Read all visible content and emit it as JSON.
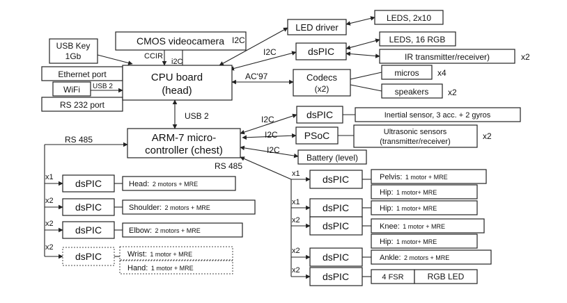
{
  "nodes": {
    "usb_key": {
      "line1": "USB Key",
      "line2": "1Gb"
    },
    "cmos": "CMOS videocamera",
    "ethernet": "Ethernet port",
    "wifi": "WiFi",
    "rs232": "RS 232 port",
    "cpu": {
      "line1": "CPU board",
      "line2": "(head)"
    },
    "led_driver": "LED driver",
    "leds_2x10": "LEDS, 2x10",
    "dspic_top": "dsPIC",
    "leds_rgb": "LEDS, 16 RGB",
    "ir": "IR transmitter/receiver)",
    "codecs": {
      "line1": "Codecs",
      "line2": "(x2)"
    },
    "micros": "micros",
    "speakers": "speakers",
    "arm": {
      "line1": "ARM-7 micro-",
      "line2": "controller (chest)"
    },
    "dspic_inertial": "dsPIC",
    "inertial": "Inertial sensor, 3 acc. + 2 gyros",
    "psoc": "PSoC",
    "ultrasonic": {
      "line1": "Ultrasonic sensors",
      "line2": "(transmitter/receiver)"
    },
    "battery": "Battery (level)",
    "left_chain": [
      {
        "mult": "x1",
        "dspic": "dsPIC",
        "part": "Head:",
        "detail": "2 motors + MRE"
      },
      {
        "mult": "x2",
        "dspic": "dsPIC",
        "part": "Shoulder:",
        "detail": "2 motors + MRE"
      },
      {
        "mult": "x2",
        "dspic": "dsPIC",
        "part": "Elbow:",
        "detail": "2 motors + MRE"
      },
      {
        "mult": "x2",
        "dspic": "dsPIC",
        "part": "Wrist:",
        "detail": "1 motor + MRE"
      }
    ],
    "hand": {
      "part": "Hand:",
      "detail": "1 motor + MRE"
    },
    "right_chain": [
      {
        "mult": "x1",
        "dspic": "dsPIC",
        "boxes": [
          {
            "part": "Pelvis:",
            "detail": "1 motor + MRE"
          },
          {
            "part": "Hip:",
            "detail": "1 motor+ MRE"
          }
        ]
      },
      {
        "mult": "x1",
        "dspic": "dsPIC",
        "boxes": [
          {
            "part": "Hip:",
            "detail": "1 motor+ MRE"
          }
        ]
      },
      {
        "mult": "x2",
        "dspic": "dsPIC",
        "boxes": [
          {
            "part": "Knee:",
            "detail": "1 motor + MRE"
          },
          {
            "part": "Hip:",
            "detail": "1 motor+ MRE"
          }
        ]
      },
      {
        "mult": "x2",
        "dspic": "dsPIC",
        "boxes": [
          {
            "part": "Ankle:",
            "detail": "2 motors + MRE"
          }
        ]
      },
      {
        "mult": "x2",
        "dspic": "dsPIC",
        "boxes": [
          {
            "part": "4 FSR",
            "detail": ""
          },
          {
            "part": "RGB LED",
            "detail": ""
          }
        ]
      }
    ]
  },
  "labels": {
    "ccir": "CCIR",
    "i2c_lower": "i2C",
    "usb2_small": "USB 2",
    "i2c": "I2C",
    "ac97": "AC'97",
    "usb2": "USB 2",
    "rs485": "RS 485",
    "x2": "x2",
    "x4": "x4"
  }
}
